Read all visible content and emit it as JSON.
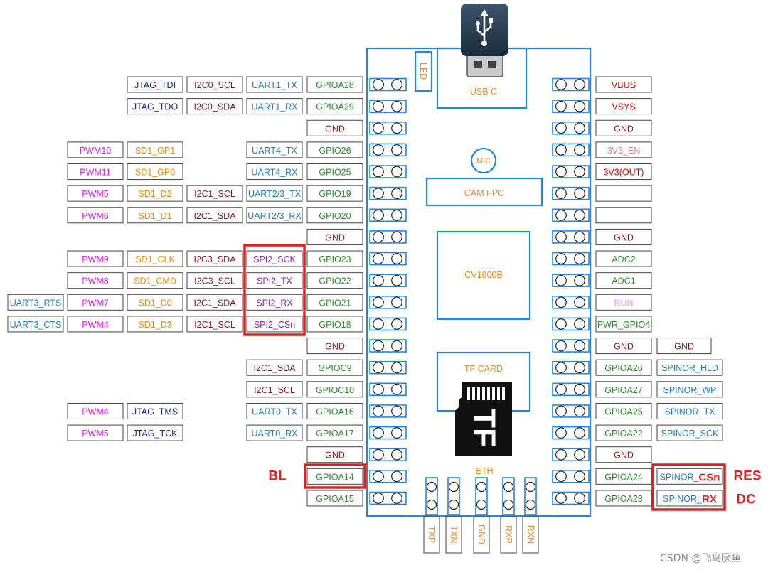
{
  "colors": {
    "board_outline": "#1e88e5",
    "highlight": "#e02020",
    "board_text": "#f08a24"
  },
  "board": {
    "led": "LED",
    "usb_c": "USB C",
    "mic": "MIC",
    "cam": "CAM FPC",
    "chip": "CV1800B",
    "tf_card": "TF CARD",
    "tf_icon_text": "TF",
    "eth": "ETH",
    "eth_pins": [
      "TXP",
      "TXN",
      "GND",
      "RXP",
      "RXN"
    ]
  },
  "left_rows": [
    [
      null,
      null,
      "JTAG_TDI",
      "I2C0_SCL",
      "UART1_TX",
      "GPIOA28"
    ],
    [
      null,
      null,
      "JTAG_TDO",
      "I2C0_SDA",
      "UART1_RX",
      "GPIOA29"
    ],
    [
      null,
      null,
      null,
      null,
      null,
      "GND"
    ],
    [
      null,
      "PWM10",
      "SD1_GP1",
      null,
      "UART4_TX",
      "GPIO26"
    ],
    [
      null,
      "PWM11",
      "SD1_GP0",
      null,
      "UART4_RX",
      "GPIO25"
    ],
    [
      null,
      "PWM5",
      "SD1_D2",
      "I2C1_SCL",
      "UART2/3_TX",
      "GPIO19"
    ],
    [
      null,
      "PWM6",
      "SD1_D1",
      "I2C1_SDA",
      "UART2/3_RX",
      "GPIO20"
    ],
    [
      null,
      null,
      null,
      null,
      null,
      "GND"
    ],
    [
      null,
      "PWM9",
      "SD1_CLK",
      "I2C3_SDA",
      "SPI2_SCK",
      "GPIO23"
    ],
    [
      null,
      "PWM8",
      "SD1_CMD",
      "I2C3_SCL",
      "SPI2_TX",
      "GPIO22"
    ],
    [
      "UART3_RTS",
      "PWM7",
      "SD1_D0",
      "I2C1_SDA",
      "SPI2_RX",
      "GPIO21"
    ],
    [
      "UART3_CTS",
      "PWM4",
      "SD1_D3",
      "I2C1_SCL",
      "SPI2_CSn",
      "GPIO18"
    ],
    [
      null,
      null,
      null,
      null,
      null,
      "GND"
    ],
    [
      null,
      null,
      null,
      null,
      "I2C1_SDA",
      "GPIOC9"
    ],
    [
      null,
      null,
      null,
      null,
      "I2C1_SCL",
      "GPIOC10"
    ],
    [
      null,
      "PWM4",
      "JTAG_TMS",
      null,
      "UART0_TX",
      "GPIOA16"
    ],
    [
      null,
      "PWM5",
      "JTAG_TCK",
      null,
      "UART0_RX",
      "GPIOA17"
    ],
    [
      null,
      null,
      null,
      null,
      null,
      "GND"
    ],
    [
      null,
      null,
      null,
      null,
      null,
      "GPIOA14"
    ],
    [
      null,
      null,
      null,
      null,
      null,
      "GPIOA15"
    ]
  ],
  "right_rows": [
    [
      "VBUS",
      null
    ],
    [
      "VSYS",
      null
    ],
    [
      "GND",
      null
    ],
    [
      "3V3_EN",
      null
    ],
    [
      "3V3(OUT)",
      null
    ],
    [
      "",
      null
    ],
    [
      "",
      null
    ],
    [
      "GND",
      null
    ],
    [
      "ADC2",
      null
    ],
    [
      "ADC1",
      null
    ],
    [
      "RUN",
      null
    ],
    [
      "PWR_GPIO4",
      null
    ],
    [
      "GND",
      "GND"
    ],
    [
      "GPIOA26",
      "SPINOR_HLD"
    ],
    [
      "GPIOA27",
      "SPINOR_WP"
    ],
    [
      "GPIOA25",
      "SPINOR_TX"
    ],
    [
      "GPIOA22",
      "SPINOR_SCK"
    ],
    [
      "GND",
      null
    ],
    [
      "GPIOA24",
      {
        "text": "SPINOR_",
        "emph": "CSn"
      }
    ],
    [
      "GPIOA23",
      {
        "text": "SPINOR_",
        "emph": "RX"
      }
    ]
  ],
  "annotations": {
    "bl": "BL",
    "res": "RES",
    "dc": "DC"
  },
  "watermark": "CSDN @飞鸟厌鱼"
}
